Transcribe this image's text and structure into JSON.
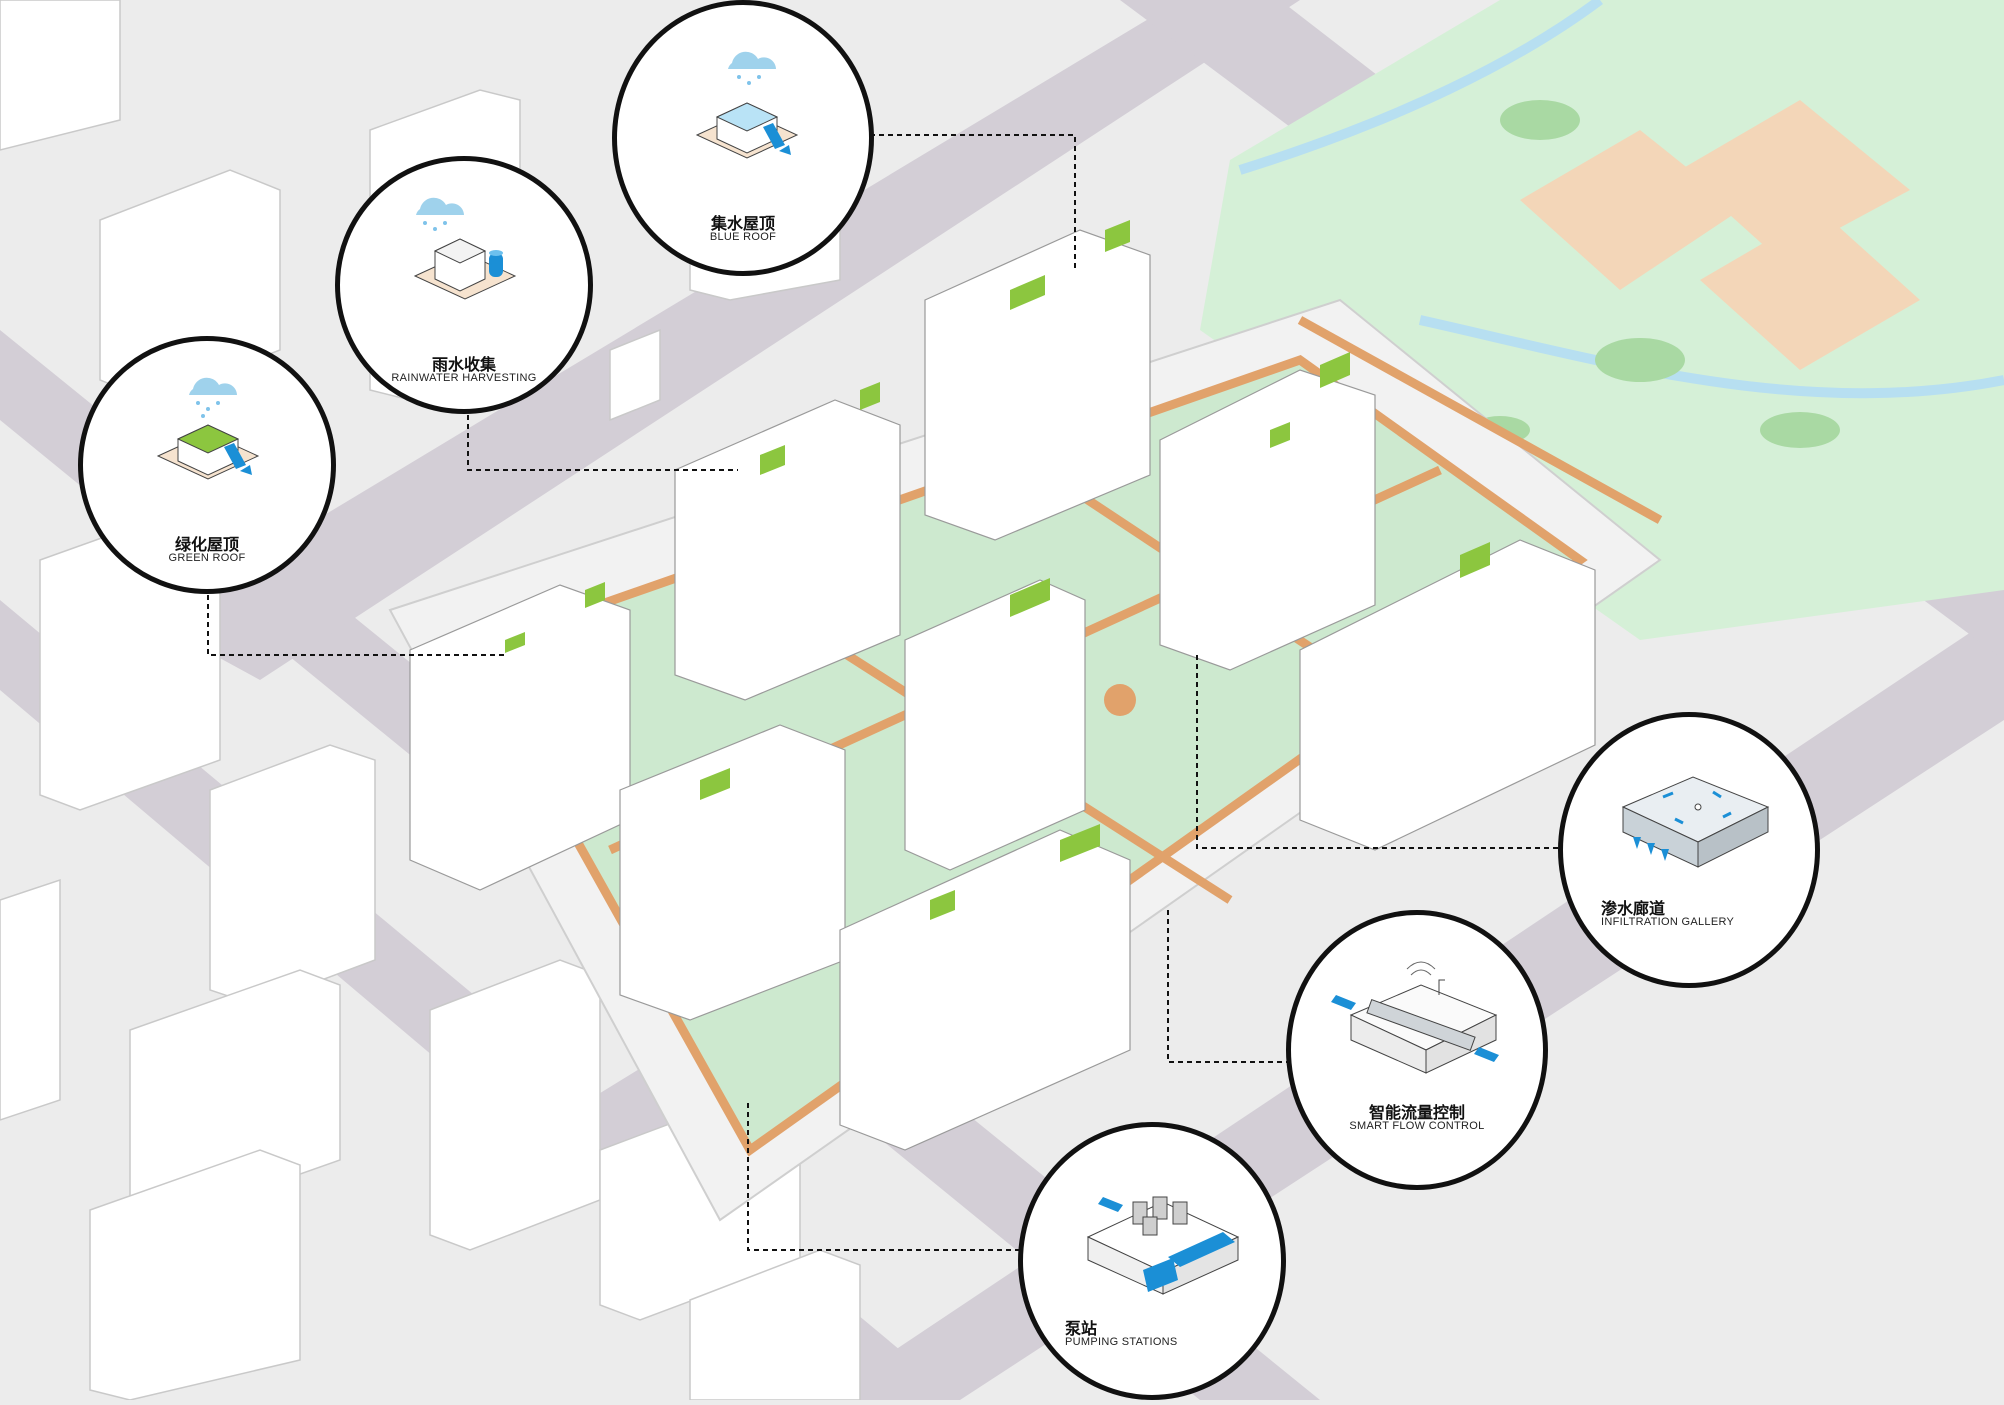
{
  "diagram": {
    "callouts": [
      {
        "id": "green-roof",
        "zh": "绿化屋顶",
        "en": "GREEN ROOF"
      },
      {
        "id": "rainwater-harvesting",
        "zh": "雨水收集",
        "en": "RAINWATER HARVESTING"
      },
      {
        "id": "blue-roof",
        "zh": "集水屋顶",
        "en": "BLUE ROOF"
      },
      {
        "id": "infiltration-gallery",
        "zh": "渗水廊道",
        "en": "INFILTRATION GALLERY"
      },
      {
        "id": "smart-flow-control",
        "zh": "智能流量控制",
        "en": "SMART FLOW CONTROL"
      },
      {
        "id": "pumping-stations",
        "zh": "泵站",
        "en": "PUMPING STATIONS"
      }
    ]
  },
  "colors": {
    "road": "#d2cdd4",
    "ground": "#ededed",
    "park": "#d6f0d8",
    "greenroof": "#8cc63f",
    "path": "#e3a571",
    "water": "#1b8fd6",
    "building": "#ffffff"
  }
}
